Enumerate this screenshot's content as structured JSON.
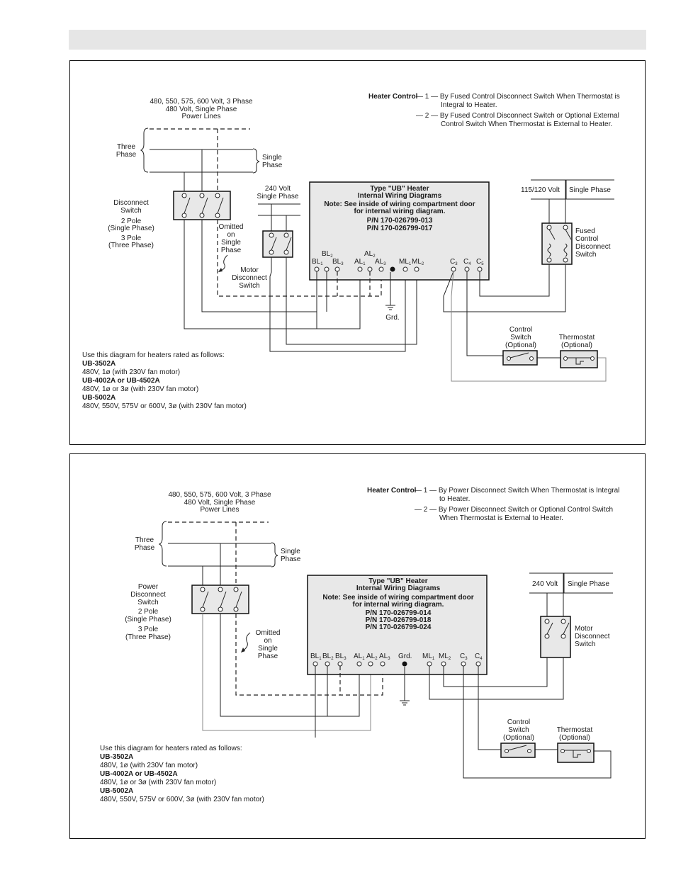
{
  "panels": [
    {
      "power_lines": [
        "480, 550, 575, 600 Volt, 3 Phase",
        "480 Volt, Single Phase",
        "Power Lines"
      ],
      "three_phase": [
        "Three",
        "Phase"
      ],
      "single_phase": [
        "Single",
        "Phase"
      ],
      "disconnect": [
        "Disconnect",
        "Switch",
        "2 Pole",
        "(Single Phase)",
        "3 Pole",
        "(Three Phase)"
      ],
      "omitted": [
        "Omitted",
        "on",
        "Single",
        "Phase"
      ],
      "volt240": [
        "240 Volt",
        "Single Phase"
      ],
      "motor_disconnect": [
        "Motor",
        "Disconnect",
        "Switch"
      ],
      "heater_control_label": "Heater Control",
      "heater_control_lines": [
        "— 1 — By Fused Control Disconnect Switch When Thermostat is",
        "Integral to Heater.",
        "— 2 — By Fused Control Disconnect Switch or Optional External",
        "Control Switch When Thermostat is External to Heater."
      ],
      "heater_box": [
        "Type \"UB\" Heater",
        "Internal Wiring Diagrams",
        "Note: See inside of wiring compartment door",
        "for internal wiring diagram.",
        "P/N 170-026799-013",
        "P/N 170-026799-017"
      ],
      "right_supply": [
        "115/120 Volt",
        "Single Phase"
      ],
      "right_switch": [
        "Fused",
        "Control",
        "Disconnect",
        "Switch"
      ],
      "grd": "Grd.",
      "control_switch": [
        "Control",
        "Switch",
        "(Optional)"
      ],
      "thermostat": [
        "Thermostat",
        "(Optional)"
      ],
      "usage": [
        "Use this diagram for heaters rated as follows:",
        "UB-3502A",
        "480V, 1ø (with 230V fan motor)",
        "UB-4002A or UB-4502A",
        "480V, 1ø or 3ø (with 230V fan motor)",
        "UB-5002A",
        "480V, 550V, 575V or 600V, 3ø (with 230V fan motor)"
      ]
    },
    {
      "power_lines": [
        "480, 550, 575, 600 Volt, 3 Phase",
        "480 Volt, Single Phase",
        "Power Lines"
      ],
      "three_phase": [
        "Three",
        "Phase"
      ],
      "single_phase": [
        "Single",
        "Phase"
      ],
      "disconnect": [
        "Power",
        "Disconnect",
        "Switch",
        "2 Pole",
        "(Single Phase)",
        "3 Pole",
        "(Three Phase)"
      ],
      "omitted": [
        "Omitted",
        "on",
        "Single",
        "Phase"
      ],
      "heater_control_label": "Heater Control",
      "heater_control_lines": [
        "— 1 — By Power Disconnect Switch When Thermostat is Integral",
        "to Heater.",
        "— 2 — By Power Disconnect Switch or Optional Control Switch",
        "When Thermostat is External to Heater."
      ],
      "heater_box": [
        "Type \"UB\" Heater",
        "Internal Wiring Diagrams",
        "Note: See inside of wiring compartment door",
        "for internal wiring diagram.",
        "P/N 170-026799-014",
        "P/N 170-026799-018",
        "P/N 170-026799-024"
      ],
      "right_supply": [
        "240 Volt",
        "Single Phase"
      ],
      "right_switch": [
        "Motor",
        "Disconnect",
        "Switch"
      ],
      "grd": "Grd.",
      "control_switch": [
        "Control",
        "Switch",
        "(Optional)"
      ],
      "thermostat": [
        "Thermostat",
        "(Optional)"
      ],
      "usage": [
        "Use this diagram for heaters rated as follows:",
        "UB-3502A",
        "480V, 1ø (with 230V fan motor)",
        "UB-4002A or UB-4502A",
        "480V, 1ø or 3ø (with 230V fan motor)",
        "UB-5002A",
        "480V, 550V, 575V or 600V, 3ø (with 230V fan motor)"
      ]
    }
  ]
}
